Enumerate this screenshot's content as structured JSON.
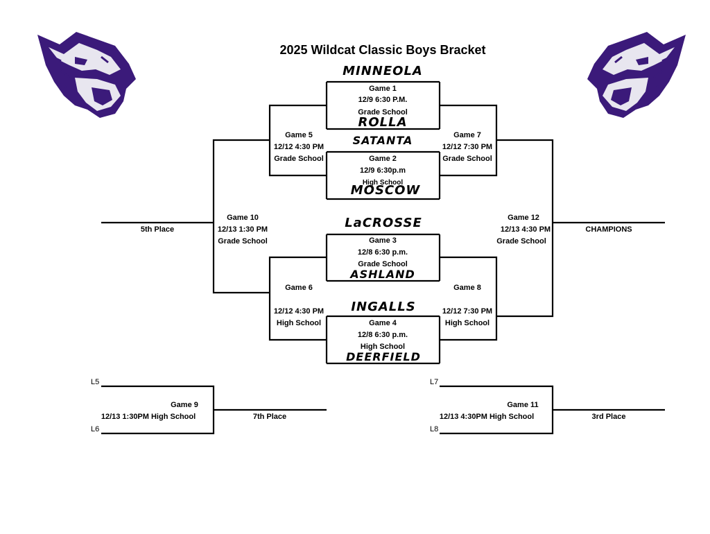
{
  "title": "2025 Wildcat Classic Boys Bracket",
  "colors": {
    "line": "#000000",
    "logo_purple": "#3b1a7a",
    "logo_light": "#e8e6ef"
  },
  "logos": {
    "left": "wildcat-mascot",
    "right": "wildcat-mascot"
  },
  "teams": {
    "game1_top": "MINNEOLA",
    "game1_bottom": "ROLLA",
    "game2_top": "SATANTA",
    "game2_bottom": "MOSCOW",
    "game3_top": "LaCROSSE",
    "game3_bottom": "ASHLAND",
    "game4_top": "INGALLS",
    "game4_bottom": "DEERFIELD"
  },
  "games": {
    "g1": {
      "name": "Game 1",
      "time": "12/9 6:30 P.M.",
      "level": "Grade School"
    },
    "g2": {
      "name": "Game 2",
      "time": "12/9 6:30p.m",
      "level": "High School"
    },
    "g3": {
      "name": "Game 3",
      "time": "12/8 6:30 p.m.",
      "level": "Grade School"
    },
    "g4": {
      "name": "Game 4",
      "time": "12/8 6:30 p.m.",
      "level": "High School"
    },
    "g5": {
      "name": "Game 5",
      "time": "12/12 4:30 PM",
      "level": "Grade School"
    },
    "g6": {
      "name": "Game 6",
      "time": "12/12 4:30 PM",
      "level": "High School"
    },
    "g7": {
      "name": "Game 7",
      "time": "12/12 7:30 PM",
      "level": "Grade School"
    },
    "g8": {
      "name": "Game 8",
      "time": "12/12 7:30 PM",
      "level": "High School"
    },
    "g9": {
      "name": "Game 9",
      "info": "12/13 1:30PM High School"
    },
    "g10": {
      "name": "Game 10",
      "time": "12/13 1:30 PM",
      "level": "Grade School"
    },
    "g11": {
      "name": "Game 11",
      "info": "12/13 4:30PM High School"
    },
    "g12": {
      "name": "Game 12",
      "time": "12/13 4:30 PM",
      "level": "Grade School"
    }
  },
  "places": {
    "fifth": "5th Place",
    "champions": "CHAMPIONS",
    "seventh": "7th Place",
    "third": "3rd Place"
  },
  "slots": {
    "l5": "L5",
    "l6": "L6",
    "l7": "L7",
    "l8": "L8"
  }
}
